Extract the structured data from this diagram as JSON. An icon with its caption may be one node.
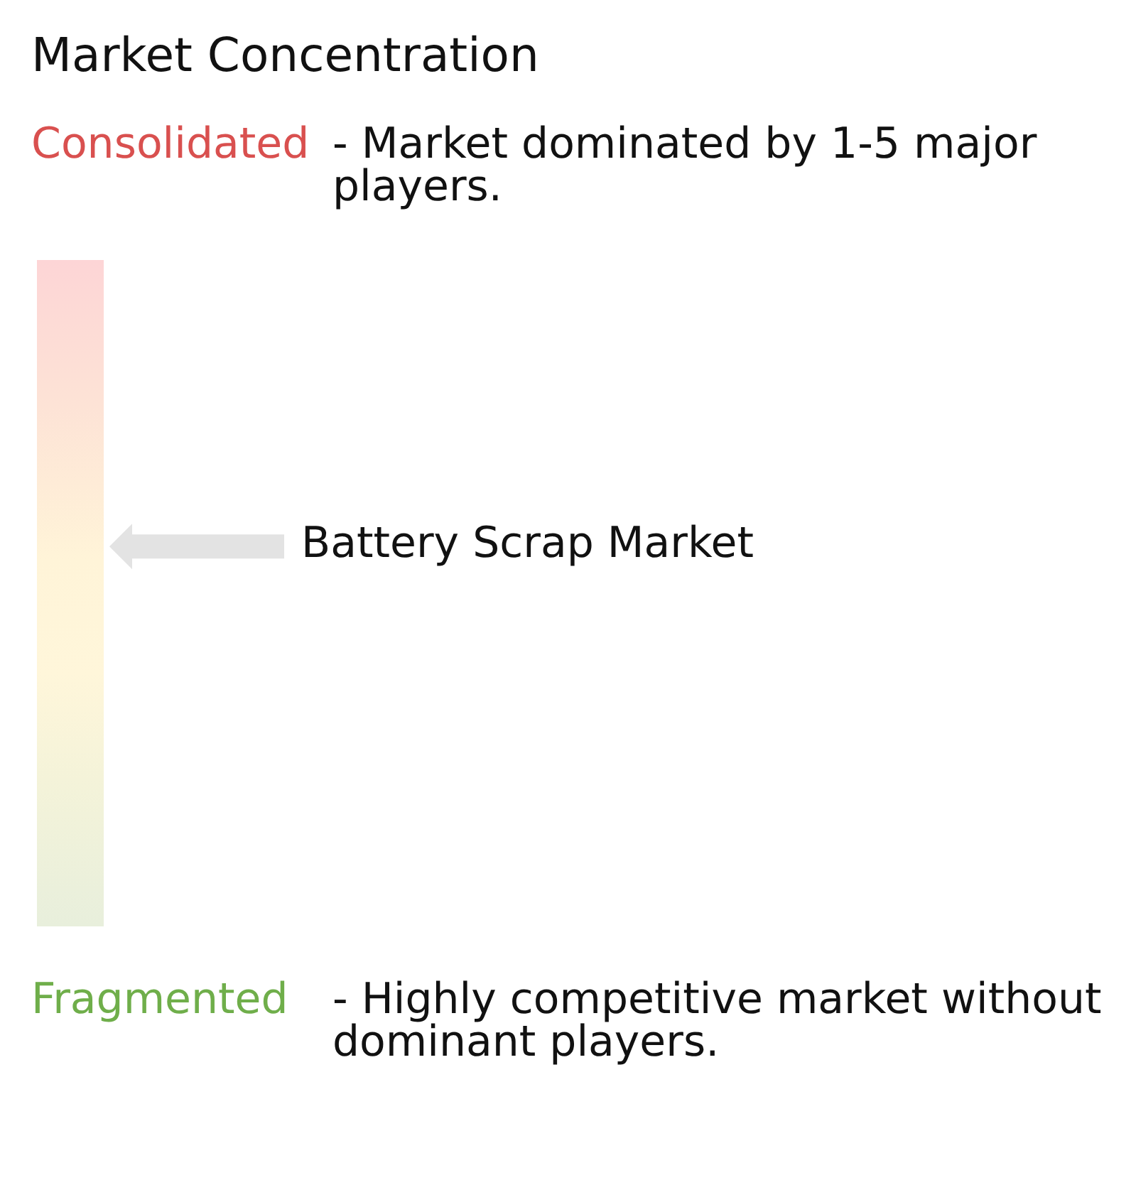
{
  "diagram": {
    "title": "Market Concentration",
    "nodes": [
      {
        "text": [],
        "shape": "bar"
      },
      {
        "text": [
          "Battery Scrap Market"
        ]
      }
    ],
    "edges": [
      {
        "from": 1,
        "to": 0,
        "arrow": "to"
      }
    ],
    "labels": [
      "Consolidated",
      "- Market dominated by 1-5 major players.",
      "Fragmented",
      "- Highly competitive market without dominant players."
    ]
  }
}
